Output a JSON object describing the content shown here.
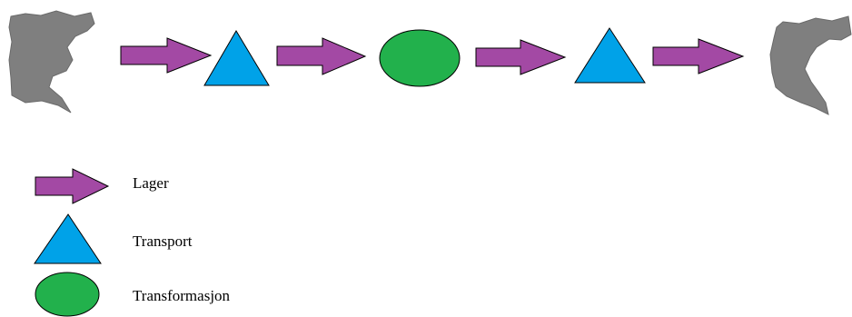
{
  "colors": {
    "arrow": "#a349a4",
    "triangle": "#00a2e8",
    "ellipse": "#22b14c",
    "region": "#7f7f7f",
    "outline": "#000000"
  },
  "flow": [
    "region",
    "arrow",
    "triangle",
    "arrow",
    "ellipse",
    "arrow",
    "triangle",
    "arrow",
    "region"
  ],
  "legend": {
    "items": [
      {
        "shape": "arrow",
        "label": "Lager"
      },
      {
        "shape": "triangle",
        "label": "Transport"
      },
      {
        "shape": "ellipse",
        "label": "Transformasjon"
      }
    ]
  }
}
